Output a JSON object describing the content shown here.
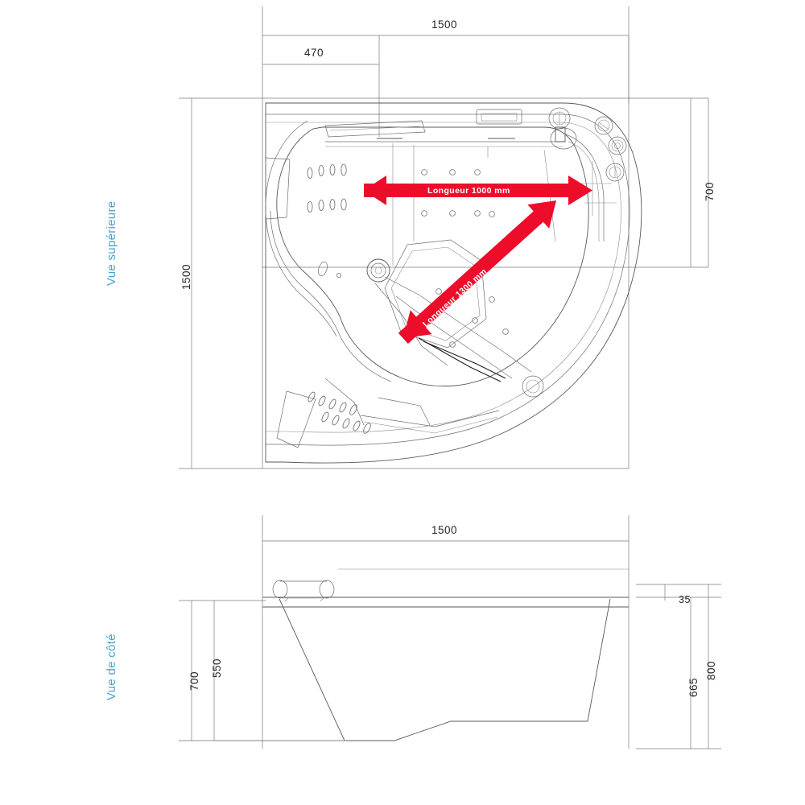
{
  "drawing": {
    "title": "Corner bathtub technical drawing",
    "units": "mm",
    "line_color": "#555555",
    "label_color": "#4ba3d3",
    "accent_red": "#ED0D2A",
    "dim_text_color": "#262626"
  },
  "views": {
    "top": {
      "label": "Vue supérieure",
      "dimensions": {
        "overall_width": "1500",
        "offset_width": "470",
        "overall_depth": "1500",
        "right_depth": "700"
      },
      "annotations": [
        {
          "name": "length-1000",
          "text": "Longueur 1000 mm"
        },
        {
          "name": "length-1300",
          "text": "Longueur 1300 mm"
        }
      ]
    },
    "side": {
      "label": "Vue de côté",
      "dimensions": {
        "overall_width": "1500",
        "rim_thickness": "35",
        "inner_depth": "550",
        "basin_height": "665",
        "left_height": "700",
        "total_height": "800"
      }
    }
  }
}
